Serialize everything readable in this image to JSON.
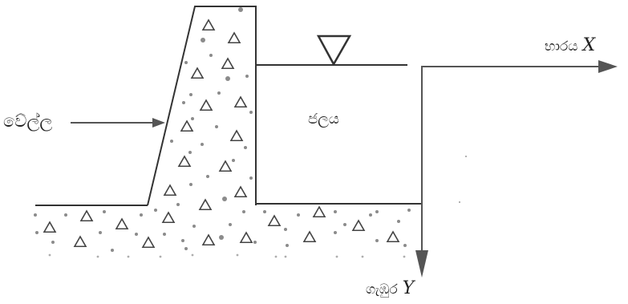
{
  "labels": {
    "wall": "වේල්ල",
    "water": "ජලය",
    "load": "භාරය",
    "load_symbol": "X",
    "depth": "ගැඹුර",
    "depth_symbol": "Y"
  },
  "colors": {
    "line": "#333333",
    "arrow": "#555555",
    "dots": "#777777",
    "triangles": "#444444",
    "background": "#ffffff"
  },
  "icons": {
    "water_level": "inverted-triangle-water-level-icon"
  }
}
